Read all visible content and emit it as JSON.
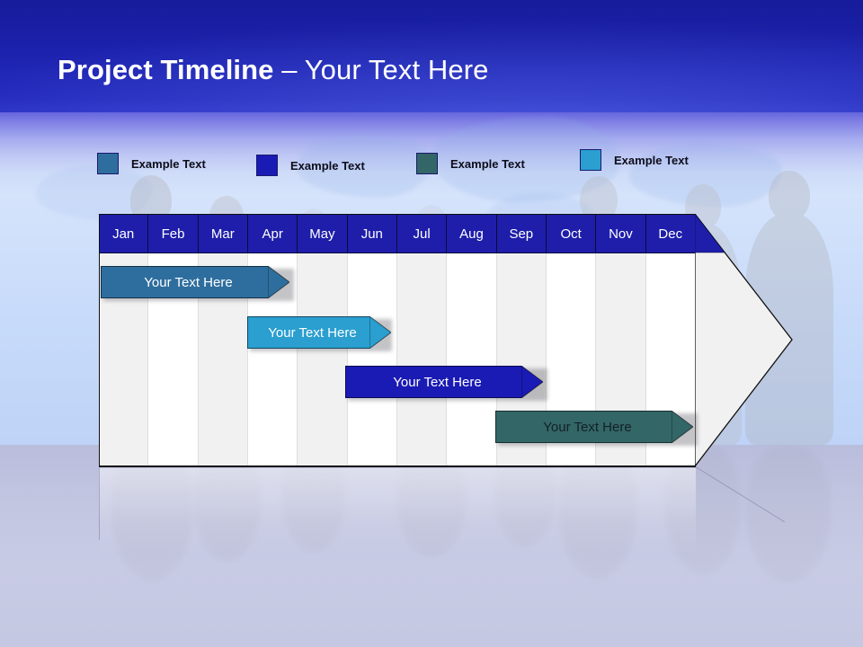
{
  "slide": {
    "title_bold": "Project Timeline",
    "title_sep": " – ",
    "title_rest": "Your Text Here",
    "banner_color": "#1f25b4",
    "background_top": "#1a1ab4",
    "background_bottom": "#c3c6e1"
  },
  "legend": {
    "items": [
      {
        "label": "Example Text",
        "color": "#2e6e9e",
        "swatch_name": "legend-swatch-steel-blue"
      },
      {
        "label": "Example Text",
        "color": "#1a1ab4",
        "swatch_name": "legend-swatch-navy"
      },
      {
        "label": "Example Text",
        "color": "#336666",
        "swatch_name": "legend-swatch-teal"
      },
      {
        "label": "Example Text",
        "color": "#2a9fd0",
        "swatch_name": "legend-swatch-cyan"
      }
    ]
  },
  "chart_data": {
    "type": "bar",
    "title": "Project Timeline – Your Text Here",
    "chart_style": "gantt-arrow",
    "categories": [
      "Jan",
      "Feb",
      "Mar",
      "Apr",
      "May",
      "Jun",
      "Jul",
      "Aug",
      "Sep",
      "Oct",
      "Nov",
      "Dec"
    ],
    "xlabel": "",
    "ylabel": "",
    "grid": true,
    "legend_position": "top",
    "header_fill": "#1e1eaa",
    "header_text_color": "#ffffff",
    "tasks": [
      {
        "label": "Your  Text Here",
        "start_month": "Jan",
        "end_month": "Apr",
        "start_index": 0,
        "span": 3.75,
        "color": "#2e6e9e",
        "text_color": "#ffffff"
      },
      {
        "label": "Your  Text Here",
        "start_month": "Apr",
        "end_month": "Jun",
        "start_index": 3,
        "span": 2.8,
        "color": "#2a9fd0",
        "text_color": "#ffffff"
      },
      {
        "label": "Your  Text Here",
        "start_month": "Jun",
        "end_month": "Sep",
        "start_index": 5,
        "span": 3.9,
        "color": "#1a1ab4",
        "text_color": "#ffffff"
      },
      {
        "label": "Your  Text Here",
        "start_month": "Sep",
        "end_month": "Dec",
        "start_index": 8,
        "span": 3.95,
        "color": "#336666",
        "text_color": "#13202a"
      }
    ]
  }
}
